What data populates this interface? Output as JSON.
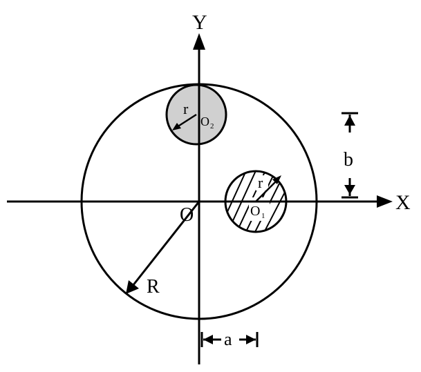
{
  "labels": {
    "y_axis": "Y",
    "x_axis": "X",
    "origin": "O",
    "big_radius": "R",
    "small_radius_top": "r",
    "center_top": "O",
    "center_top_sub": "2",
    "small_radius_right": "r",
    "center_right": "O",
    "center_right_sub": "1",
    "dim_vertical": "b",
    "dim_horizontal": "a"
  },
  "colors": {
    "stroke": "#000000",
    "top_disk_fill": "#d0d0d0",
    "background": "#ffffff"
  }
}
